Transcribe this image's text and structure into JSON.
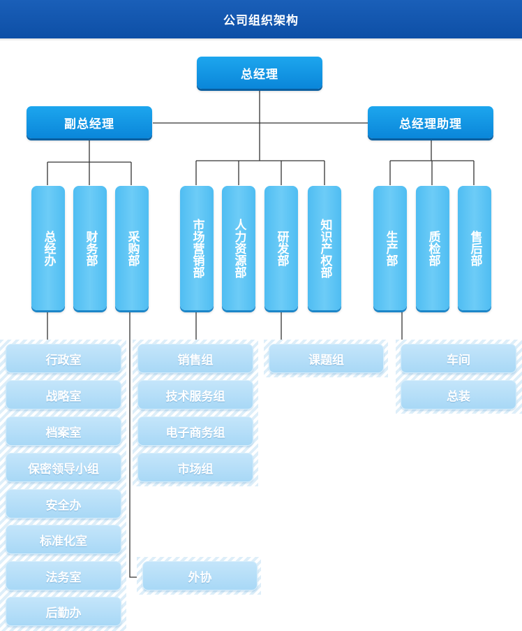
{
  "header": {
    "title": "公司组织架构"
  },
  "top": {
    "ceo": "总经理",
    "vice": "副总经理",
    "assistant": "总经理助理"
  },
  "departments": [
    {
      "id": "d1",
      "label": "总经办"
    },
    {
      "id": "d2",
      "label": "财务部"
    },
    {
      "id": "d3",
      "label": "采购部"
    },
    {
      "id": "d4",
      "label": "市场营销部"
    },
    {
      "id": "d5",
      "label": "人力资源部"
    },
    {
      "id": "d6",
      "label": "研发部"
    },
    {
      "id": "d7",
      "label": "知识产权部"
    },
    {
      "id": "d8",
      "label": "生产部"
    },
    {
      "id": "d9",
      "label": "质检部"
    },
    {
      "id": "d10",
      "label": "售后部"
    }
  ],
  "groups": {
    "admin": [
      "行政室",
      "战略室",
      "档案室",
      "保密领导小组",
      "安全办",
      "标准化室",
      "法务室",
      "后勤办"
    ],
    "marketing": [
      "销售组",
      "技术服务组",
      "电子商务组",
      "市场组"
    ],
    "purchase": [
      "外协"
    ],
    "rnd": [
      "课题组"
    ],
    "production": [
      "车间",
      "总装"
    ]
  }
}
